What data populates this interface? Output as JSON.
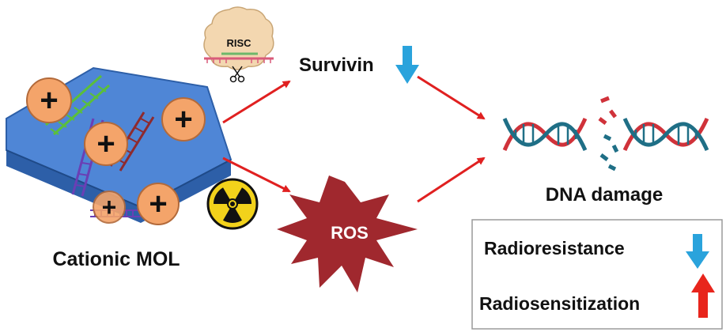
{
  "labels": {
    "risc": "RISC",
    "survivin": "Survivin",
    "ros": "ROS",
    "dna_damage": "DNA damage",
    "cationic_mol": "Cationic MOL",
    "radioresistance": "Radioresistance",
    "radiosensitization": "Radiosensitization"
  },
  "charges": [
    "+",
    "+",
    "+",
    "+",
    "+"
  ],
  "colors": {
    "mol_top": "#4f86d6",
    "mol_side": "#2d5fa8",
    "charge_fill": "#f4a46a",
    "charge_stroke": "#b36a3a",
    "arrow_red": "#e02020",
    "arrow_down_blue": "#2aa3dc",
    "arrow_up_red": "#e8251c",
    "ros_burst": "#a0282e",
    "dna_red": "#d0323a",
    "dna_teal": "#1f6f86",
    "risc_blob": "#f3d7b0",
    "radiation_yellow": "#f2d21b"
  },
  "icons": [
    "radiation-icon",
    "scissors-icon",
    "down-arrow-icon",
    "up-arrow-icon",
    "dna-helix-icon"
  ]
}
